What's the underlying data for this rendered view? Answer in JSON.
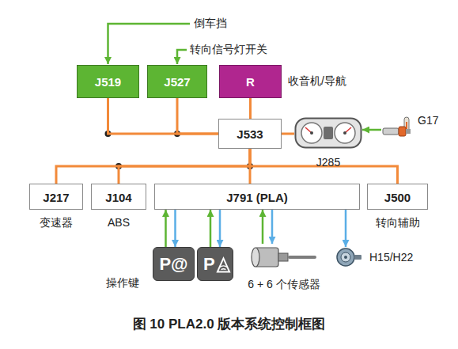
{
  "diagram": {
    "caption": "图 10 PLA2.0 版本系统控制框图",
    "nodes": [
      {
        "text": [
          "J519"
        ]
      },
      {
        "text": [
          "J527"
        ]
      },
      {
        "text": [
          "R",
          "收音机/导航"
        ]
      },
      {
        "text": [
          "J533"
        ]
      },
      {
        "text": [
          "J285"
        ]
      },
      {
        "text": [
          "G17"
        ]
      },
      {
        "text": [
          "J217",
          "变速器"
        ]
      },
      {
        "text": [
          "J104",
          "ABS"
        ]
      },
      {
        "text": [
          "J791 (PLA)"
        ]
      },
      {
        "text": [
          "J500",
          "转向辅助"
        ]
      },
      {
        "text": [
          "P@"
        ]
      },
      {
        "text": [
          "P"
        ]
      },
      {
        "text": [
          "6 + 6 个传感器"
        ]
      },
      {
        "text": [
          "H15/H22"
        ]
      }
    ],
    "edges": [
      {
        "from": 0,
        "to": 3,
        "arrow": "none"
      },
      {
        "from": 1,
        "to": 3,
        "arrow": "none"
      },
      {
        "from": 2,
        "to": 3,
        "arrow": "none"
      },
      {
        "from": 3,
        "to": 4,
        "arrow": "none"
      },
      {
        "from": 5,
        "to": 4,
        "arrow": "to"
      },
      {
        "from": 3,
        "to": 6,
        "arrow": "none"
      },
      {
        "from": 3,
        "to": 7,
        "arrow": "none"
      },
      {
        "from": 3,
        "to": 8,
        "arrow": "none"
      },
      {
        "from": 3,
        "to": 9,
        "arrow": "none"
      },
      {
        "from": 10,
        "to": 8,
        "arrow": "to"
      },
      {
        "from": 8,
        "to": 10,
        "arrow": "to"
      },
      {
        "from": 11,
        "to": 8,
        "arrow": "to"
      },
      {
        "from": 8,
        "to": 11,
        "arrow": "to"
      },
      {
        "from": 12,
        "to": 8,
        "arrow": "to"
      },
      {
        "from": 8,
        "to": 12,
        "arrow": "to"
      },
      {
        "from": 8,
        "to": 13,
        "arrow": "to"
      }
    ],
    "labels": [
      "倒车挡",
      "转向信号灯开关",
      "操作键"
    ]
  }
}
